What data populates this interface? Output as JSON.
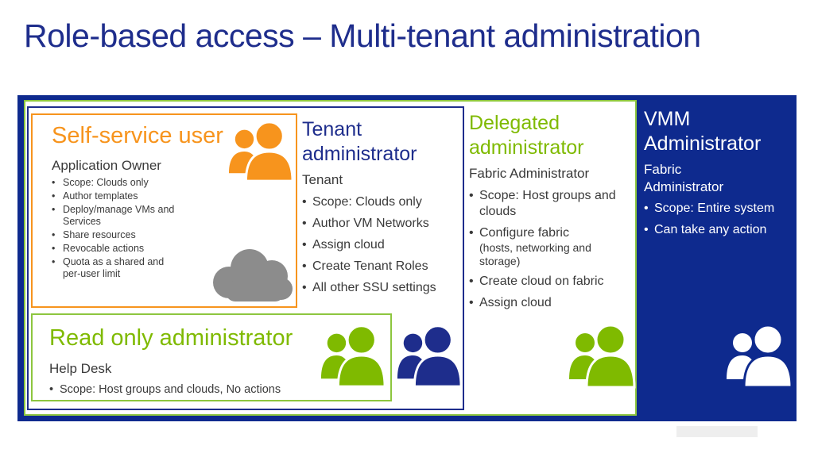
{
  "title": "Role-based access – Multi-tenant administration",
  "vmm": {
    "heading_line1": "VMM",
    "heading_line2": "Administrator",
    "role_line1": "Fabric",
    "role_line2": "Administrator",
    "items": [
      "Scope: Entire system",
      "Can take any action"
    ],
    "icon": "users-icon",
    "color": "#0e2a8e"
  },
  "delegated": {
    "heading_line1": "Delegated",
    "heading_line2": "administrator",
    "role": "Fabric Administrator",
    "items": [
      {
        "text": "Scope: Host groups and clouds",
        "sub": ""
      },
      {
        "text": "Configure fabric",
        "sub": "(hosts, networking and storage)"
      },
      {
        "text": "Create cloud on fabric",
        "sub": ""
      },
      {
        "text": "Assign cloud",
        "sub": ""
      }
    ],
    "icon": "users-icon",
    "color": "#7fba00"
  },
  "tenant": {
    "heading_line1": "Tenant",
    "heading_line2": "administrator",
    "role": "Tenant",
    "items": [
      "Scope: Clouds only",
      "Author VM Networks",
      "Assign cloud",
      "Create Tenant Roles",
      "All other SSU settings"
    ],
    "icon": "users-icon",
    "color": "#1e2d8c"
  },
  "self_service": {
    "heading": "Self-service user",
    "role": "Application Owner",
    "items": [
      "Scope: Clouds only",
      "Author templates",
      "Deploy/manage VMs and Services",
      "Share resources",
      "Revocable actions",
      "Quota as a shared and per-user limit"
    ],
    "icon": "user-icon",
    "cloud_icon": "cloud-icon",
    "color": "#f7941d"
  },
  "read_only": {
    "heading": "Read only administrator",
    "role": "Help Desk",
    "items": [
      "Scope: Host groups and clouds, No actions"
    ],
    "icon": "users-icon",
    "color": "#7fba00"
  }
}
